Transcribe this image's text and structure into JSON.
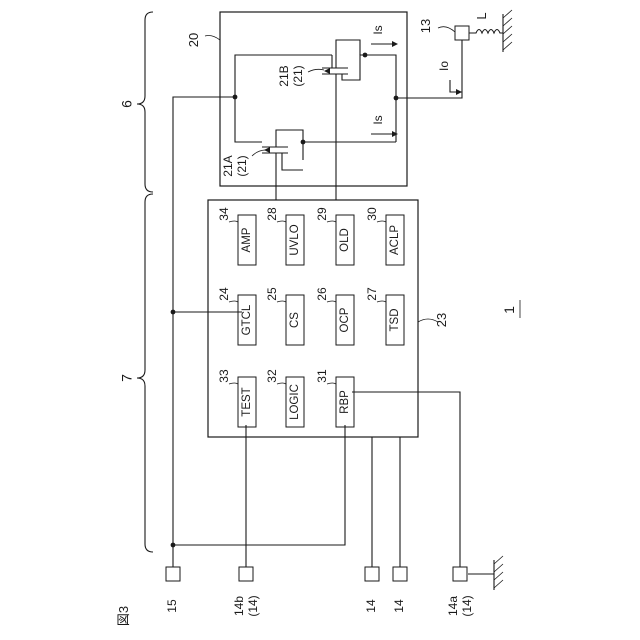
{
  "figure": {
    "caption": "図3"
  },
  "refs": {
    "device": "1",
    "upper_section": "6",
    "lower_section": "7",
    "switch_unit": "20",
    "control_ic": "23",
    "load_terminal": "13",
    "inductor": "L",
    "transistor_a": "21A",
    "transistor_a_group": "(21)",
    "transistor_b": "21B",
    "transistor_b_group": "(21)"
  },
  "currents": {
    "sense_top": "Is",
    "sense_mid": "Is",
    "output": "Io"
  },
  "blocks": [
    {
      "label": "AMP",
      "ref": "34"
    },
    {
      "label": "UVLO",
      "ref": "28"
    },
    {
      "label": "OLD",
      "ref": "29"
    },
    {
      "label": "ACLP",
      "ref": "30"
    },
    {
      "label": "GTCL",
      "ref": "24"
    },
    {
      "label": "CS",
      "ref": "25"
    },
    {
      "label": "OCP",
      "ref": "26"
    },
    {
      "label": "TSD",
      "ref": "27"
    },
    {
      "label": "TEST",
      "ref": "33"
    },
    {
      "label": "LOGIC",
      "ref": "32"
    },
    {
      "label": "RBP",
      "ref": "31"
    }
  ],
  "pins": [
    {
      "label": "15",
      "sub": ""
    },
    {
      "label": "14b",
      "sub": "(14)"
    },
    {
      "label": "14",
      "sub": ""
    },
    {
      "label": "14",
      "sub": ""
    },
    {
      "label": "14a",
      "sub": "(14)"
    }
  ]
}
